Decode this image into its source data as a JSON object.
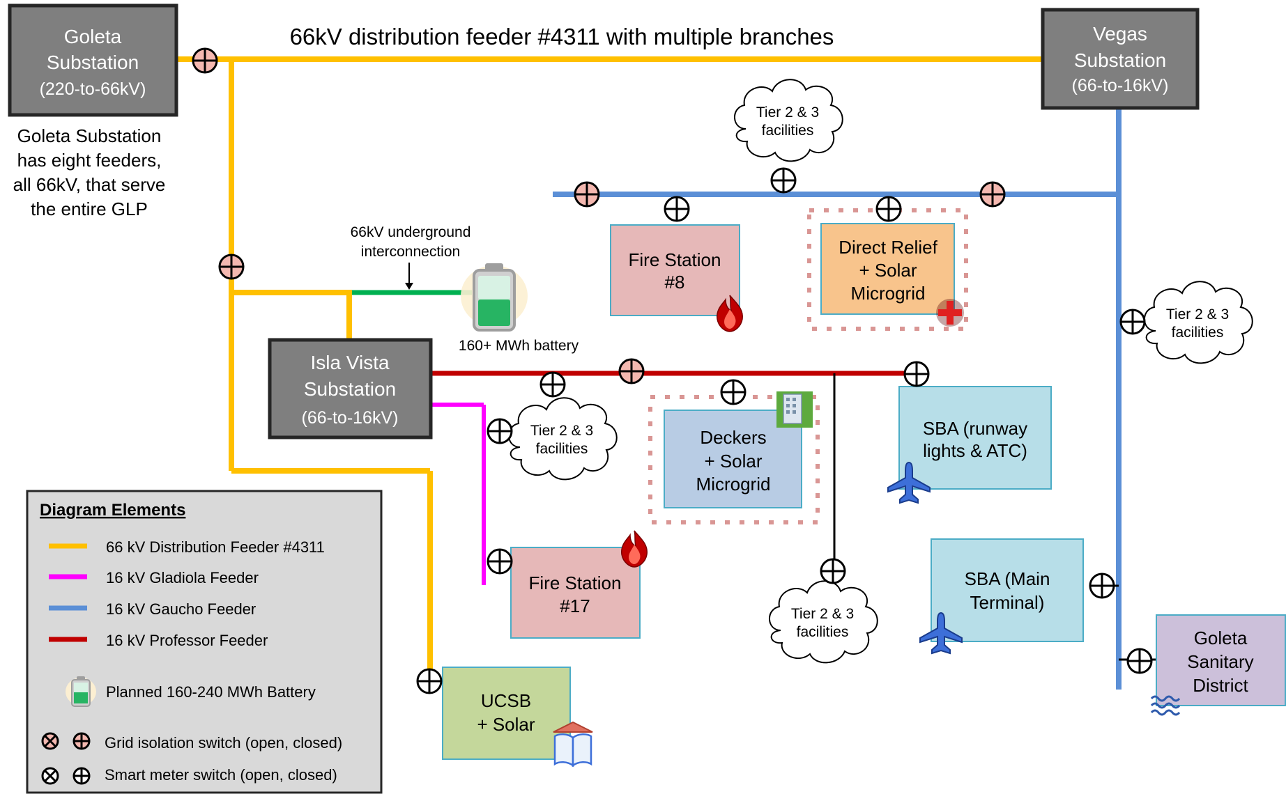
{
  "title": "66kV distribution feeder #4311 with multiple branches",
  "substations": {
    "goleta": {
      "name_line1": "Goleta",
      "name_line2": "Substation",
      "rating": "(220-to-66kV)"
    },
    "vegas": {
      "name_line1": "Vegas",
      "name_line2": "Substation",
      "rating": "(66-to-16kV)"
    },
    "isla_vista": {
      "name_line1": "Isla Vista",
      "name_line2": "Substation",
      "rating": "(66-to-16kV)"
    }
  },
  "goleta_note": [
    "Goleta Substation",
    "has eight feeders,",
    "all 66kV, that serve",
    "the entire GLP"
  ],
  "interconnection_label": [
    "66kV underground",
    "interconnection"
  ],
  "battery_label": "160+ MWh battery",
  "tier_label": [
    "Tier 2 & 3",
    "facilities"
  ],
  "facilities": {
    "fire_station_8": [
      "Fire Station",
      "#8"
    ],
    "direct_relief": [
      "Direct Relief",
      "+ Solar",
      "Microgrid"
    ],
    "deckers": [
      "Deckers",
      "+ Solar",
      "Microgrid"
    ],
    "sba_runway": [
      "SBA (runway",
      "lights & ATC)"
    ],
    "sba_terminal": [
      "SBA (Main",
      "Terminal)"
    ],
    "fire_station_17": [
      "Fire Station",
      "#17"
    ],
    "ucsb": [
      "UCSB",
      "+ Solar"
    ],
    "goleta_sanitary": [
      "Goleta",
      "Sanitary",
      "District"
    ]
  },
  "legend": {
    "title": "Diagram Elements",
    "items": [
      {
        "label": "66 kV Distribution Feeder #4311",
        "color": "#FFC000"
      },
      {
        "label": "16 kV Gladiola Feeder",
        "color": "#FF00FF"
      },
      {
        "label": "16 kV Gaucho Feeder",
        "color": "#5B8FD6"
      },
      {
        "label": "16 kV Professor Feeder",
        "color": "#C00000"
      }
    ],
    "battery_item": "Planned 160-240 MWh Battery",
    "grid_switch": "Grid isolation switch (open, closed)",
    "meter_switch": "Smart meter switch (open, closed)"
  },
  "colors": {
    "feeder_66kv": "#FFC000",
    "gladiola": "#FF00FF",
    "gaucho": "#5B8FD6",
    "professor": "#C00000",
    "interconnect": "#00B050",
    "substation_fill": "#7F7F7F",
    "fire_fill": "#E6B8B8",
    "direct_relief_fill": "#F8C48C",
    "deckers_fill": "#B8CCE4",
    "sba_fill": "#B7DEE8",
    "ucsb_fill": "#C4D79B",
    "sanitary_fill": "#CCC0DA",
    "legend_fill": "#D9D9D9"
  }
}
